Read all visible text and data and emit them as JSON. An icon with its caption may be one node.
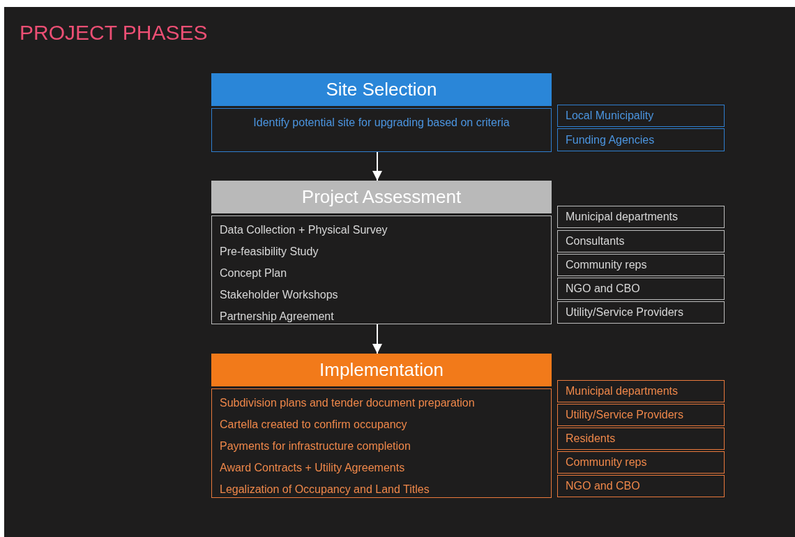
{
  "diagram": {
    "title": "PROJECT PHASES",
    "nodes": [
      {
        "text": [
          "Site Selection"
        ]
      },
      {
        "text": [
          "Identify potential site for upgrading based on criteria"
        ]
      },
      {
        "text": [
          "Local Municipality"
        ]
      },
      {
        "text": [
          "Funding Agencies"
        ]
      },
      {
        "text": [
          "Project Assessment"
        ]
      },
      {
        "text": [
          "Data Collection + Physical Survey",
          "Pre-feasibility Study",
          "Concept Plan",
          "Stakeholder Workshops",
          "Partnership Agreement"
        ]
      },
      {
        "text": [
          "Municipal departments"
        ]
      },
      {
        "text": [
          "Consultants"
        ]
      },
      {
        "text": [
          "Community reps"
        ]
      },
      {
        "text": [
          "NGO and CBO"
        ]
      },
      {
        "text": [
          "Utility/Service Providers"
        ]
      },
      {
        "text": [
          "Implementation"
        ]
      },
      {
        "text": [
          "Subdivision plans and tender document preparation",
          "Cartella created to confirm occupancy",
          "Payments for infrastructure completion",
          "Award Contracts + Utility Agreements",
          "Legalization of Occupancy and Land Titles"
        ]
      },
      {
        "text": [
          "Municipal departments"
        ]
      },
      {
        "text": [
          "Utility/Service Providers"
        ]
      },
      {
        "text": [
          "Residents"
        ]
      },
      {
        "text": [
          "Community reps"
        ]
      },
      {
        "text": [
          "NGO and CBO"
        ]
      }
    ],
    "edges": [
      {
        "from": 1,
        "to": 4,
        "arrow": "to"
      },
      {
        "from": 5,
        "to": 11,
        "arrow": "to"
      }
    ]
  }
}
